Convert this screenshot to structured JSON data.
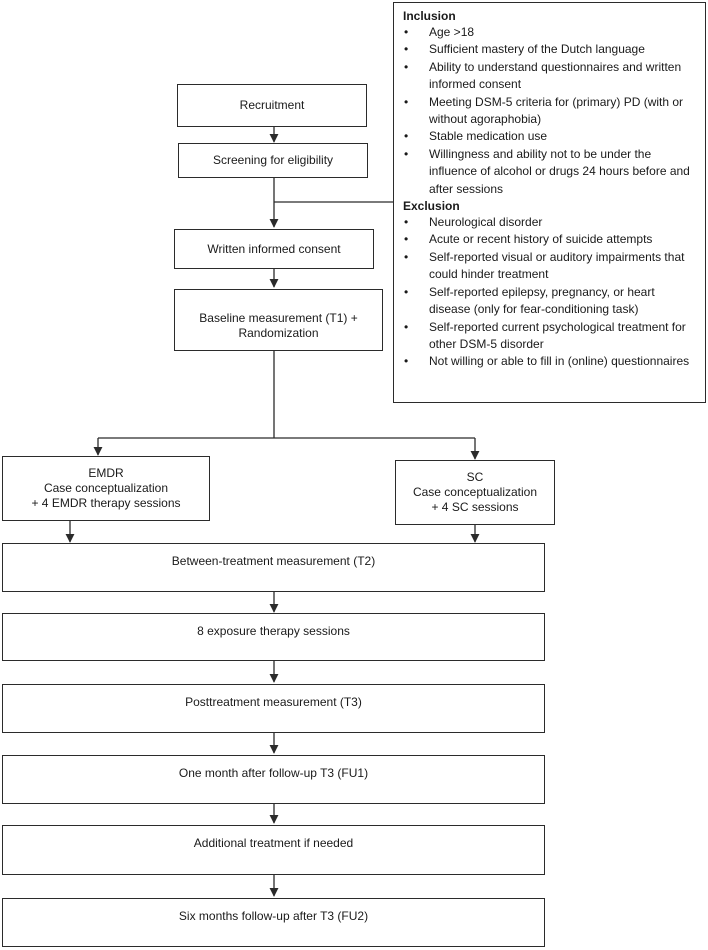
{
  "flow": {
    "recruitment": "Recruitment",
    "screening": "Screening for eligibility",
    "consent": "Written informed consent",
    "baseline_line1": "Baseline measurement (T1) +",
    "baseline_line2": "Randomization",
    "emdr": {
      "title": "EMDR",
      "line2": "Case conceptualization",
      "line3": "+ 4 EMDR therapy sessions"
    },
    "sc": {
      "title": "SC",
      "line2": "Case conceptualization",
      "line3": "+ 4 SC sessions"
    },
    "t2": "Between-treatment measurement (T2)",
    "exposure": "8 exposure therapy sessions",
    "t3": "Posttreatment measurement (T3)",
    "fu1": "One month after follow-up T3 (FU1)",
    "additional": "Additional treatment if needed",
    "fu2": "Six months follow-up after T3 (FU2)"
  },
  "criteria": {
    "inclusion_title": "Inclusion",
    "inclusion": [
      "Age >18",
      "Sufficient mastery of the Dutch language",
      "Ability to understand questionnaires and written informed consent",
      "Meeting DSM-5 criteria for (primary) PD (with or without agoraphobia)",
      "Stable medication use",
      "Willingness and ability not to be under the influence of alcohol or drugs 24 hours before and after sessions"
    ],
    "exclusion_title": "Exclusion",
    "exclusion": [
      "Neurological disorder",
      "Acute or recent history of suicide attempts",
      "Self-reported visual or auditory impairments that could hinder treatment",
      "Self-reported epilepsy, pregnancy, or heart disease  (only for fear-conditioning task)",
      "Self-reported current psychological treatment for other DSM-5 disorder",
      "Not willing or able to fill in (online) questionnaires"
    ]
  },
  "colors": {
    "stroke": "#2b2b2b",
    "text": "#1a1a1a",
    "background": "#ffffff"
  }
}
